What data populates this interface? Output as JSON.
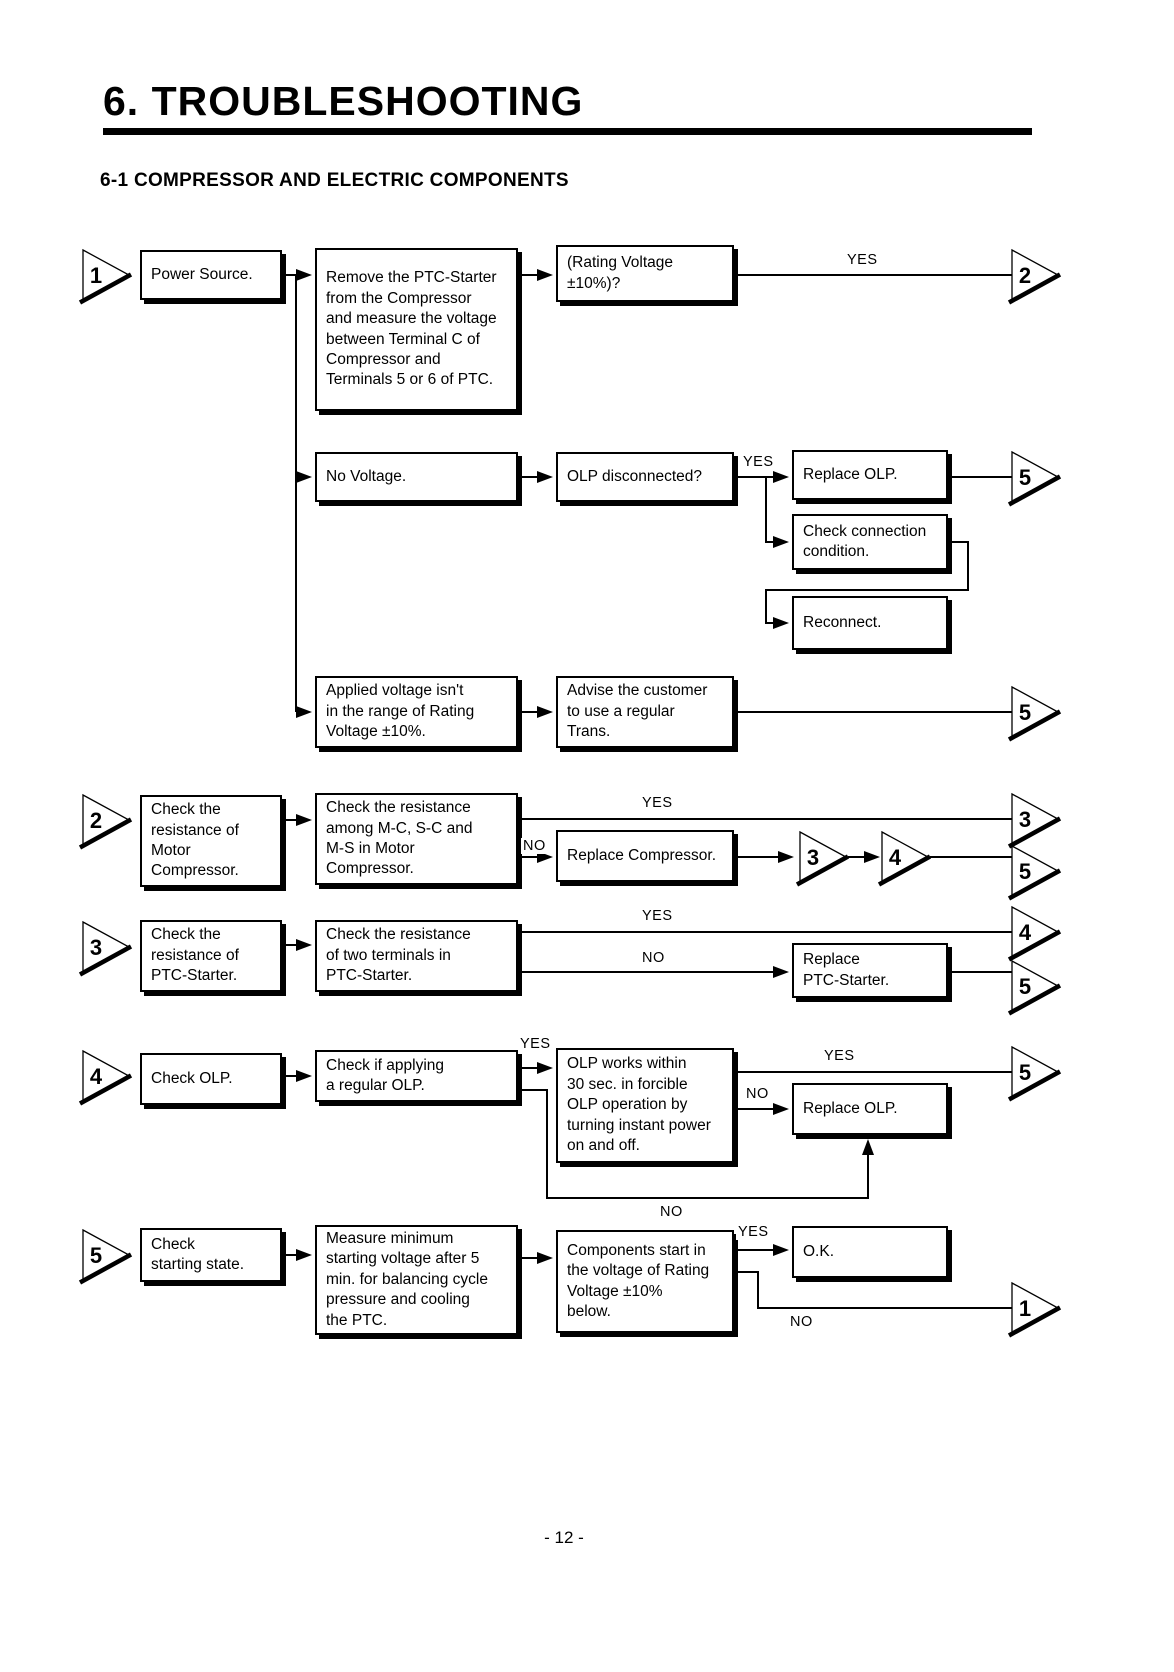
{
  "page": {
    "title": "6. TROUBLESHOOTING",
    "section_heading": "6-1 COMPRESSOR AND ELECTRIC COMPONENTS",
    "page_number": "- 12 -"
  },
  "flowchart": {
    "boxes": [
      {
        "id": "power-source",
        "text": "Power Source."
      },
      {
        "id": "remove-ptc",
        "text": "Remove the PTC-Starter\nfrom the Compressor\nand measure the voltage\nbetween Terminal C of\nCompressor and\nTerminals 5 or 6 of PTC."
      },
      {
        "id": "rating-voltage",
        "text": "(Rating Voltage\n±10%)?"
      },
      {
        "id": "no-voltage",
        "text": "No Voltage."
      },
      {
        "id": "olp-disconnected",
        "text": "OLP disconnected?"
      },
      {
        "id": "replace-olp-1",
        "text": "Replace OLP."
      },
      {
        "id": "check-connection",
        "text": "Check connection\ncondition."
      },
      {
        "id": "reconnect",
        "text": "Reconnect."
      },
      {
        "id": "applied-voltage",
        "text": "Applied voltage isn't\nin the range of Rating\nVoltage ±10%."
      },
      {
        "id": "advise-customer",
        "text": "Advise the customer\nto use a regular\nTrans."
      },
      {
        "id": "check-resistance-motor",
        "text": "Check the\nresistance of\nMotor\nCompressor."
      },
      {
        "id": "resistance-mcs",
        "text": "Check the resistance\namong M-C, S-C and\nM-S in Motor\nCompressor."
      },
      {
        "id": "replace-compressor",
        "text": "Replace Compressor."
      },
      {
        "id": "check-resistance-ptc",
        "text": "Check the\nresistance of\nPTC-Starter."
      },
      {
        "id": "resistance-two-terminals",
        "text": "Check the resistance\nof two terminals in\nPTC-Starter."
      },
      {
        "id": "replace-ptc-starter",
        "text": "Replace\nPTC-Starter."
      },
      {
        "id": "check-olp",
        "text": "Check OLP."
      },
      {
        "id": "check-applying",
        "text": "Check if applying\na regular OLP."
      },
      {
        "id": "olp-works",
        "text": "OLP works within\n30 sec. in forcible\nOLP operation by\nturning instant power\non and off."
      },
      {
        "id": "replace-olp-2",
        "text": "Replace OLP."
      },
      {
        "id": "check-starting-state",
        "text": "Check\nstarting state."
      },
      {
        "id": "measure-minimum",
        "text": "Measure minimum\nstarting voltage after 5\nmin. for balancing cycle\npressure and cooling\nthe PTC."
      },
      {
        "id": "components-start",
        "text": "Components start in\nthe voltage of Rating\nVoltage ±10%\nbelow."
      },
      {
        "id": "ok",
        "text": "O.K."
      }
    ],
    "connectors": [
      {
        "id": "start-1",
        "number": "1"
      },
      {
        "id": "out-2",
        "number": "2"
      },
      {
        "id": "out-5-row1",
        "number": "5"
      },
      {
        "id": "out-5-applied",
        "number": "5"
      },
      {
        "id": "start-2",
        "number": "2"
      },
      {
        "id": "out-3",
        "number": "3"
      },
      {
        "id": "mid-3",
        "number": "3"
      },
      {
        "id": "mid-4",
        "number": "4"
      },
      {
        "id": "out-5-row2",
        "number": "5"
      },
      {
        "id": "start-3",
        "number": "3"
      },
      {
        "id": "out-4",
        "number": "4"
      },
      {
        "id": "out-5-row3",
        "number": "5"
      },
      {
        "id": "start-4",
        "number": "4"
      },
      {
        "id": "out-5-row4",
        "number": "5"
      },
      {
        "id": "start-5",
        "number": "5"
      },
      {
        "id": "out-1",
        "number": "1"
      }
    ],
    "edge_labels": [
      {
        "id": "yes-row1",
        "text": "YES"
      },
      {
        "id": "yes-olp-disc",
        "text": "YES"
      },
      {
        "id": "yes-mcs",
        "text": "YES"
      },
      {
        "id": "no-mcs",
        "text": "NO"
      },
      {
        "id": "yes-two",
        "text": "YES"
      },
      {
        "id": "no-two",
        "text": "NO"
      },
      {
        "id": "yes-applying",
        "text": "YES"
      },
      {
        "id": "yes-works",
        "text": "YES"
      },
      {
        "id": "no-works",
        "text": "NO"
      },
      {
        "id": "no-loop",
        "text": "NO"
      },
      {
        "id": "yes-components",
        "text": "YES"
      },
      {
        "id": "no-components",
        "text": "NO"
      }
    ],
    "line_color": "#000000"
  }
}
